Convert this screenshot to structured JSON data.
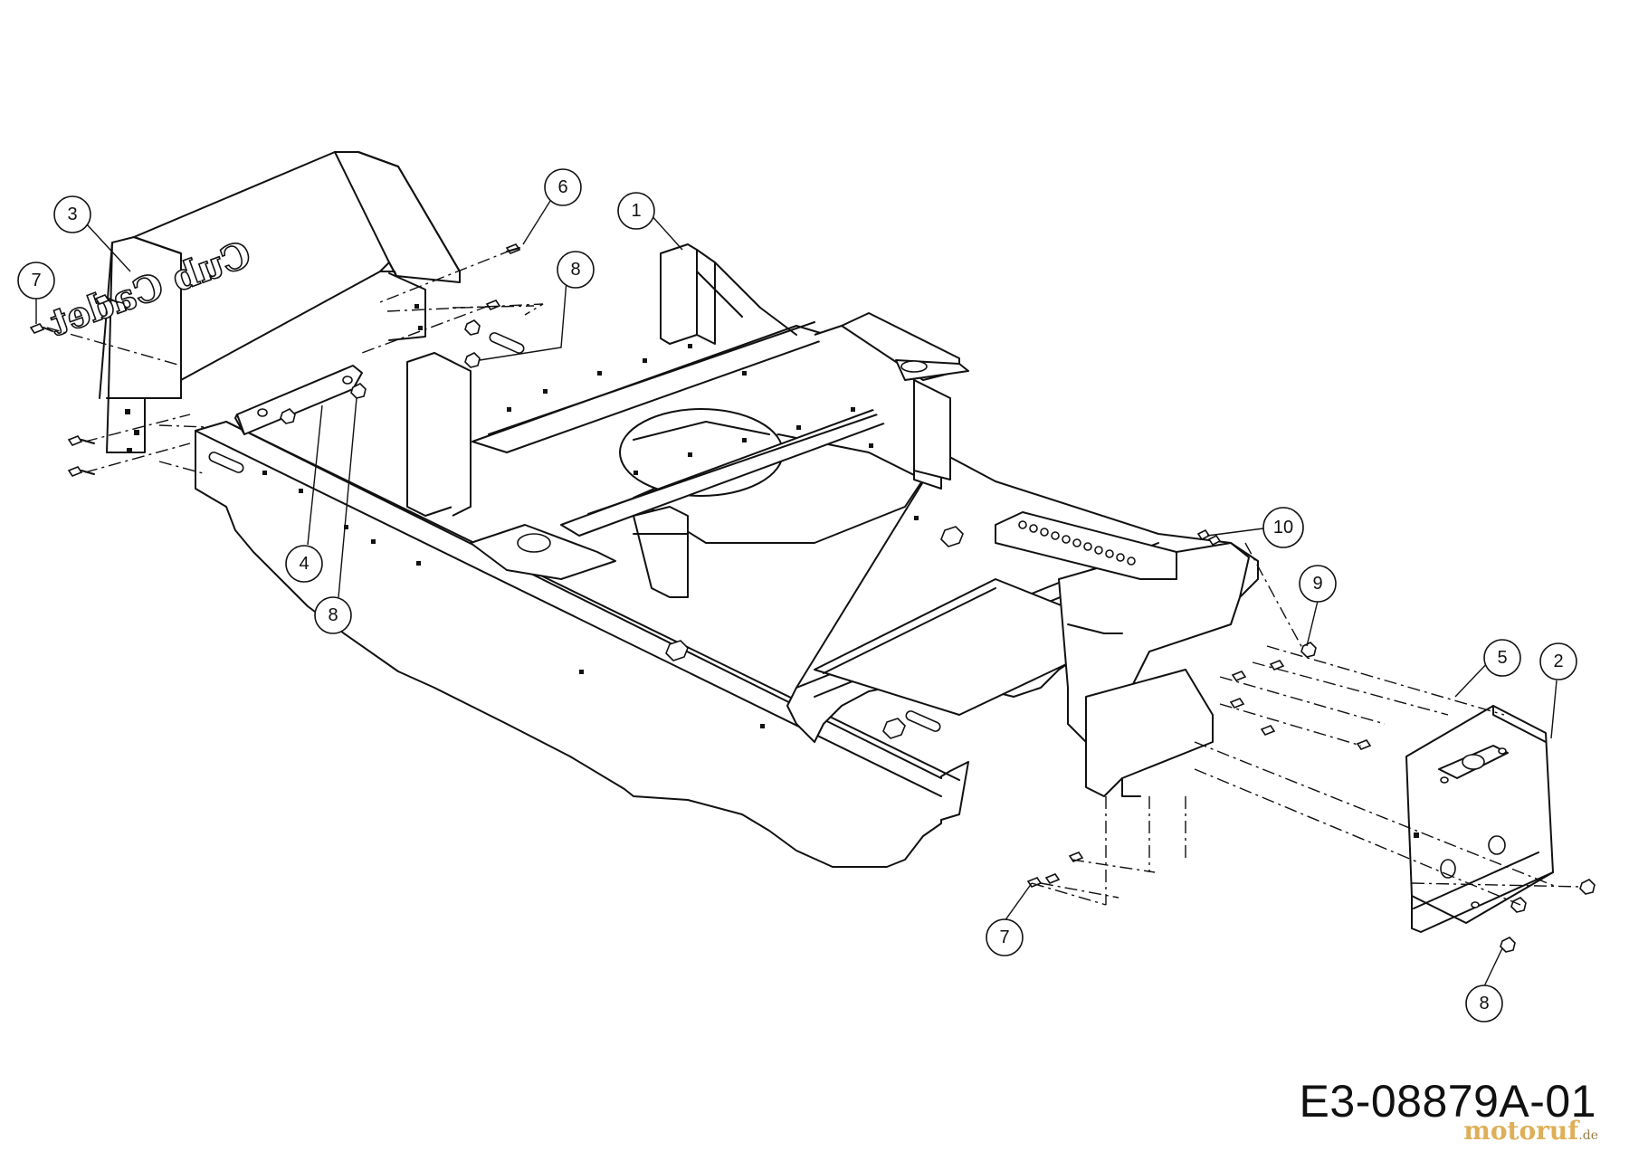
{
  "drawing_code": "E3-08879A-01",
  "watermark": {
    "name": "motoruf",
    "tld": ".de"
  },
  "logo_text": "Cub Cadet",
  "callouts": [
    {
      "id": "callout-1",
      "label": "1"
    },
    {
      "id": "callout-2",
      "label": "2"
    },
    {
      "id": "callout-3",
      "label": "3"
    },
    {
      "id": "callout-4",
      "label": "4"
    },
    {
      "id": "callout-5",
      "label": "5"
    },
    {
      "id": "callout-6",
      "label": "6"
    },
    {
      "id": "callout-7-top",
      "label": "7"
    },
    {
      "id": "callout-7-bottom",
      "label": "7"
    },
    {
      "id": "callout-8-top",
      "label": "8"
    },
    {
      "id": "callout-8-mid",
      "label": "8"
    },
    {
      "id": "callout-8-bottom",
      "label": "8"
    },
    {
      "id": "callout-9",
      "label": "9"
    },
    {
      "id": "callout-10",
      "label": "10"
    }
  ]
}
